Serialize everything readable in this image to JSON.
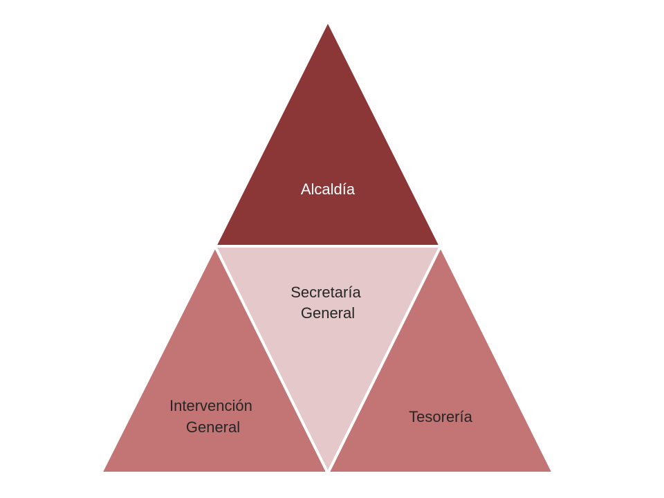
{
  "diagram": {
    "colors": {
      "top": "#8b3738",
      "center": "#e4c8ca",
      "sides": "#c27574",
      "border": "#ffffff",
      "text_light": "#ffffff",
      "text_dark": "#262626"
    },
    "top": {
      "lines": [
        "Alcaldía"
      ]
    },
    "center": {
      "lines": [
        "Secretaría",
        "General"
      ]
    },
    "left": {
      "lines": [
        "Intervención",
        "General"
      ]
    },
    "right": {
      "lines": [
        "Tesorería"
      ]
    }
  }
}
